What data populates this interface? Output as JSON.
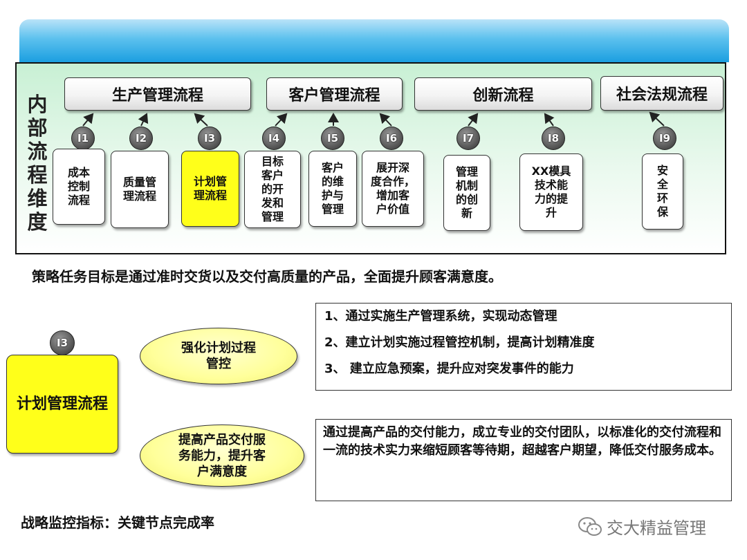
{
  "dimension_label": "内部流程维度",
  "process_groups": [
    {
      "label": "生产管理流程"
    },
    {
      "label": "客户管理流程"
    },
    {
      "label": "创新流程"
    },
    {
      "label": "社会法规流程"
    }
  ],
  "items": [
    {
      "badge": "I1",
      "text": "成本\n控制\n流程",
      "highlight": false
    },
    {
      "badge": "I2",
      "text": "质量管\n理流程",
      "highlight": false
    },
    {
      "badge": "I3",
      "text": "计划管\n理流程",
      "highlight": true
    },
    {
      "badge": "I4",
      "text": "目标\n客户\n的开\n发和\n管理",
      "highlight": false
    },
    {
      "badge": "I5",
      "text": "客户\n的维\n护与\n管理",
      "highlight": false
    },
    {
      "badge": "I6",
      "text": "展开深\n度合作，\n增加客\n户价值",
      "highlight": false
    },
    {
      "badge": "I7",
      "text": "管理\n机制\n的创\n新",
      "highlight": false
    },
    {
      "badge": "I8",
      "text": "XX模具\n技术能\n力的提\n升",
      "highlight": false
    },
    {
      "badge": "I9",
      "text": "安\n全\n环\n保",
      "highlight": false
    }
  ],
  "goal_text": "策略任务目标是通过准时交货以及交付高质量的产品，全面提升顾客满意度。",
  "focus": {
    "badge": "I3",
    "process_label": "计划管理流程"
  },
  "strategies": [
    {
      "ellipse_text": "强化计划过程\n管控",
      "lines": [
        "1、通过实施生产管理系统，实现动态管理",
        "2、建立计划实施过程管控机制，提高计划精准度",
        "3、 建立应急预案，提升应对突发事件的能力"
      ]
    },
    {
      "ellipse_text": "提高产品交付服\n务能力，提升客\n户满意度",
      "paragraph": "通过提高产品的交付能力，成立专业的交付团队，以标准化的交付流程和一流的技术实力来缩短顾客等待期，超越客户期望，降低交付服务成本。"
    }
  ],
  "kpi_text": "战略监控指标：关键节点完成率",
  "watermark_text": "交大精益管理",
  "colors": {
    "highlight": "#ffff1a",
    "ellipse_fill": "#ffff9a",
    "panel_top": "#c8f0d4",
    "header_band": "#1b9fe0"
  },
  "icons": [
    "circle-badge-icon",
    "arrow-up-icon",
    "wechat-icon"
  ]
}
